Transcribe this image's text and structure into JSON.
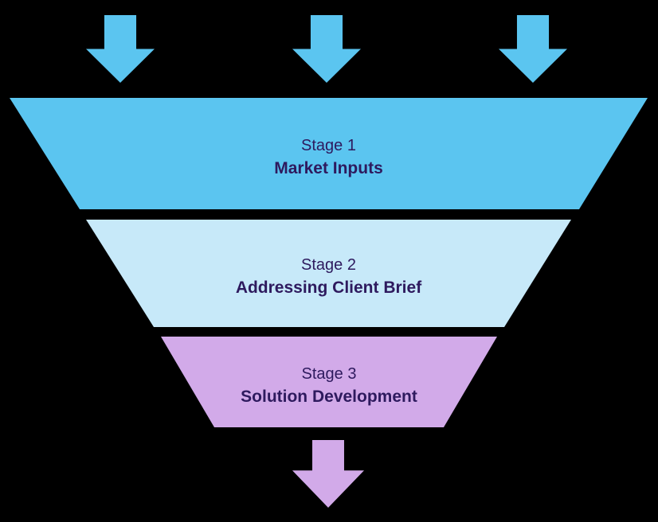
{
  "diagram": {
    "type": "funnel",
    "background": "#000000",
    "text_color": "#2E1A5E",
    "colors": {
      "top_arrows": "#5BC5F0",
      "bottom_arrow": "#D2AAE9"
    },
    "stages": [
      {
        "label": "Stage 1",
        "name": "Market Inputs",
        "color": "#5BC5F0"
      },
      {
        "label": "Stage 2",
        "name": "Addressing Client Brief",
        "color": "#C7E9F9"
      },
      {
        "label": "Stage 3",
        "name": "Solution Development",
        "color": "#D2AAE9"
      }
    ]
  }
}
